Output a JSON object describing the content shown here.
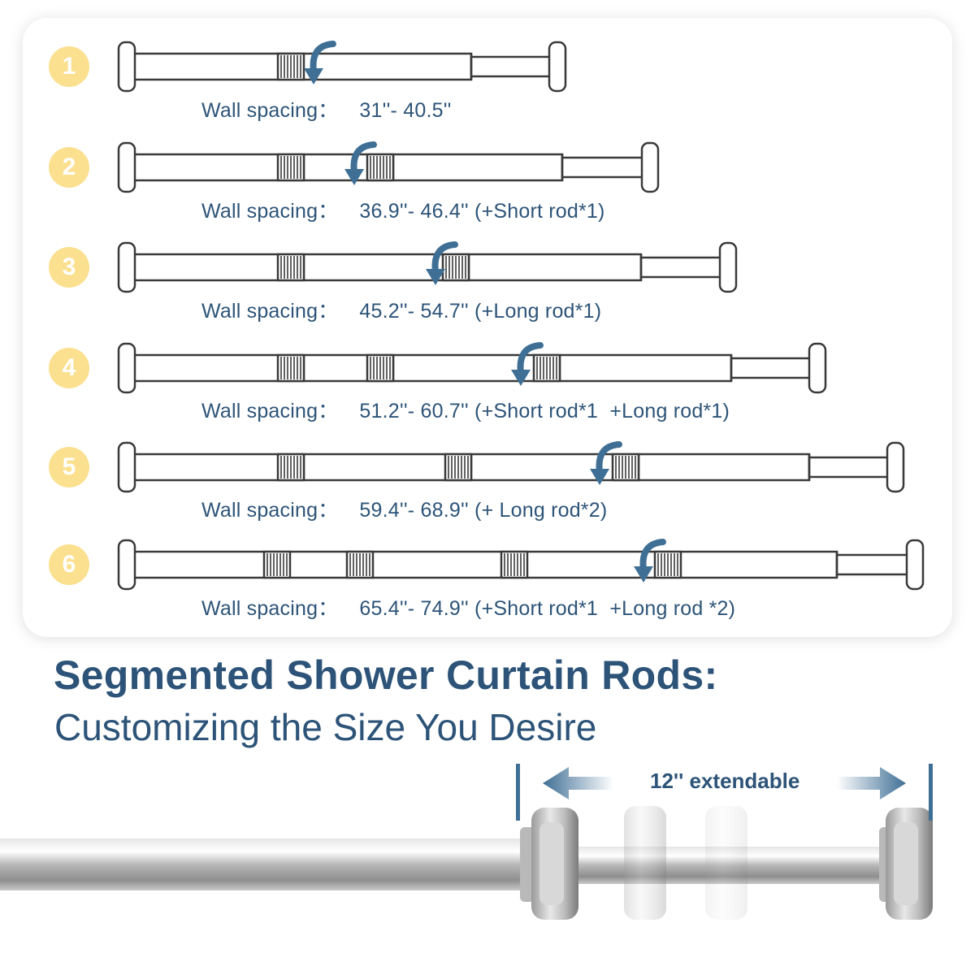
{
  "configurations": [
    {
      "number": "1",
      "label": "Wall spacing：",
      "range": "31''- 40.5''",
      "note": ""
    },
    {
      "number": "2",
      "label": "Wall spacing：",
      "range": "36.9''- 46.4''",
      "note": "(+Short rod*1)"
    },
    {
      "number": "3",
      "label": "Wall spacing：",
      "range": "45.2''- 54.7''",
      "note": "(+Long rod*1)"
    },
    {
      "number": "4",
      "label": "Wall spacing：",
      "range": "51.2''- 60.7''",
      "note": "(+Short rod*1  +Long rod*1)"
    },
    {
      "number": "5",
      "label": "Wall spacing：",
      "range": "59.4''- 68.9''",
      "note": "(+ Long rod*2)"
    },
    {
      "number": "6",
      "label": "Wall spacing：",
      "range": "65.4''- 74.9''",
      "note": "(+Short rod*1  +Long rod *2)"
    }
  ],
  "headline": {
    "title": "Segmented Shower Curtain Rods:",
    "subtitle": "Customizing the Size You Desire"
  },
  "extension": {
    "label": "12'' extendable"
  },
  "colors": {
    "badge": "#fbe08f",
    "text": "#2d5478",
    "arrow": "#3f6f95",
    "outline": "#3a3a3a"
  },
  "icons": [
    "rotate-arrow-icon",
    "left-arrow-icon",
    "right-arrow-icon"
  ]
}
